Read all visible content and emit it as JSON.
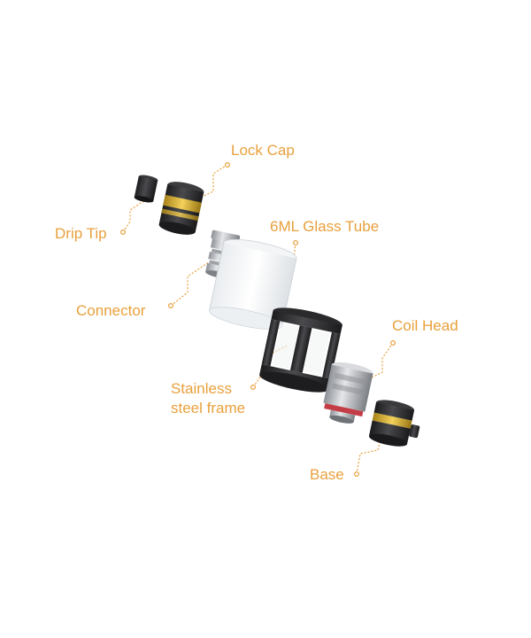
{
  "colors": {
    "label": "#e8a03c",
    "leader": "#e8a03c",
    "metal_dark": "#2b2b2d",
    "steel": "#b9bcc0",
    "gold": "#d9ad2a"
  },
  "labels": {
    "lock_cap": "Lock Cap",
    "drip_tip": "Drip Tip",
    "glass_tube": "6ML Glass Tube",
    "connector": "Connector",
    "frame_line1": "Stainless",
    "frame_line2": "steel frame",
    "coil_head": "Coil Head",
    "base": "Base"
  }
}
